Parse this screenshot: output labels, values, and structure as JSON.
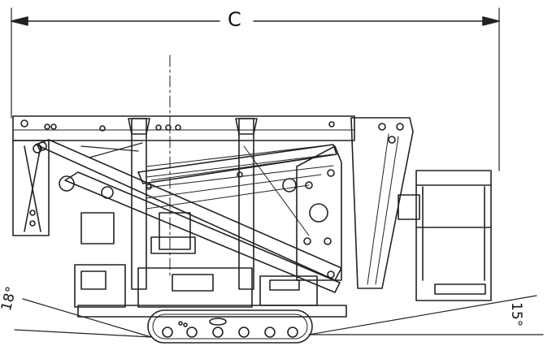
{
  "dimensions": {
    "overall_length_label": "C",
    "approach_angle_label": "18°",
    "departure_angle_label": "15°"
  },
  "colors": {
    "line": "#222222",
    "background": "#ffffff"
  }
}
